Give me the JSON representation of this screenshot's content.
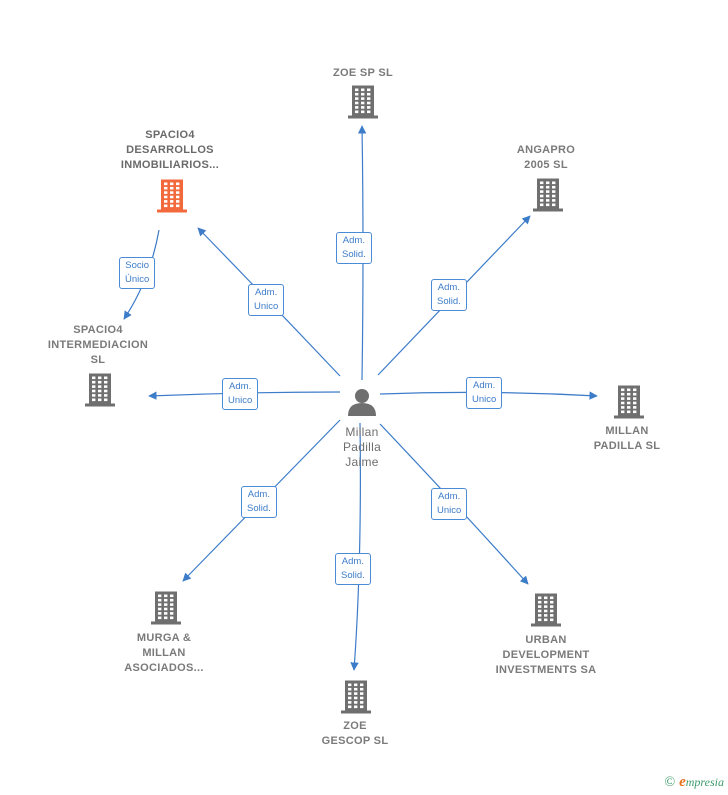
{
  "colors": {
    "edge": "#3d7cc9",
    "building": "#6f6f6f",
    "building_highlight": "#f26a3c",
    "person": "#6f6f6f",
    "brand": "#3c9a6b",
    "brand_accent": "#e8711f"
  },
  "center": {
    "id": "millan",
    "label": "Millan\nPadilla\nJaime",
    "icon": "person-icon"
  },
  "nodes": [
    {
      "id": "zoe-sp",
      "label": "ZOE SP  SL",
      "icon": "building-icon",
      "highlight": false
    },
    {
      "id": "angapro",
      "label": "ANGAPRO\n2005 SL",
      "icon": "building-icon",
      "highlight": false
    },
    {
      "id": "spacio4-desarrollos",
      "label": "SPACIO4\nDESARROLLOS\nINMOBILIARIOS...",
      "icon": "building-icon",
      "highlight": true
    },
    {
      "id": "spacio4-intermediacion",
      "label": "SPACIO4\nINTERMEDIACION\nSL",
      "icon": "building-icon",
      "highlight": false
    },
    {
      "id": "millan-padilla",
      "label": "MILLAN\nPADILLA SL",
      "icon": "building-icon",
      "highlight": false
    },
    {
      "id": "murga",
      "label": "MURGA &\nMILLAN\nASOCIADOS...",
      "icon": "building-icon",
      "highlight": false
    },
    {
      "id": "zoe-gescop",
      "label": "ZOE\nGESCOP  SL",
      "icon": "building-icon",
      "highlight": false
    },
    {
      "id": "urban",
      "label": "URBAN\nDEVELOPMENT\nINVESTMENTS SA",
      "icon": "building-icon",
      "highlight": false
    }
  ],
  "edges": [
    {
      "from": "millan",
      "to": "zoe-sp",
      "label": "Adm.\nSolid."
    },
    {
      "from": "millan",
      "to": "angapro",
      "label": "Adm.\nSolid."
    },
    {
      "from": "millan",
      "to": "spacio4-desarrollos",
      "label": "Adm.\nUnico"
    },
    {
      "from": "millan",
      "to": "spacio4-intermediacion",
      "label": "Adm.\nUnico"
    },
    {
      "from": "millan",
      "to": "millan-padilla",
      "label": "Adm.\nUnico"
    },
    {
      "from": "millan",
      "to": "murga",
      "label": "Adm.\nSolid."
    },
    {
      "from": "millan",
      "to": "zoe-gescop",
      "label": "Adm.\nSolid."
    },
    {
      "from": "millan",
      "to": "urban",
      "label": "Adm.\nUnico"
    },
    {
      "from": "spacio4-desarrollos",
      "to": "spacio4-intermediacion",
      "label": "Socio\nÚnico"
    }
  ],
  "brand": {
    "copyright": "©",
    "initial": "e",
    "rest": "mpresia"
  }
}
